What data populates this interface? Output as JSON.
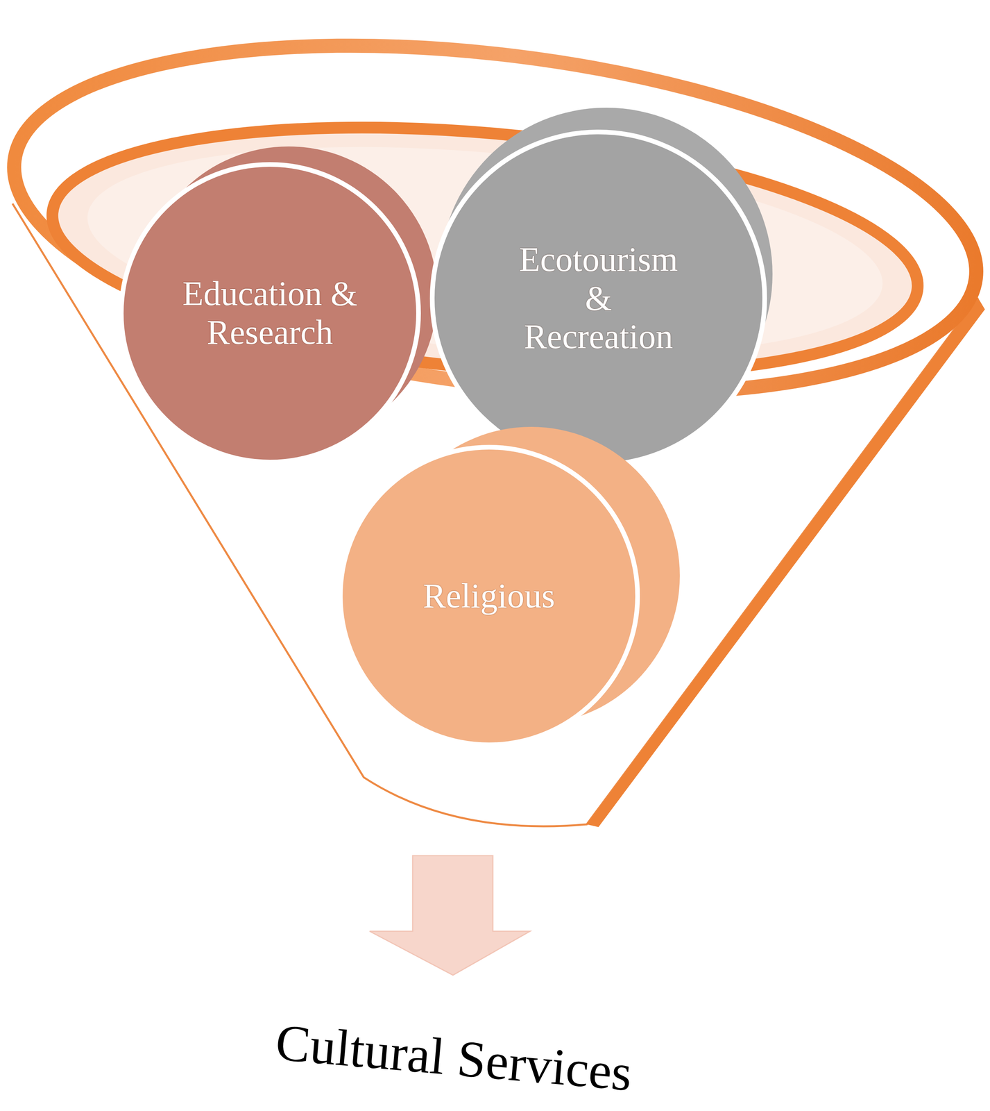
{
  "diagram": {
    "nodes": [
      {
        "text": [
          "Education & Research"
        ]
      },
      {
        "text": [
          "Ecotourism & Recreation"
        ]
      },
      {
        "text": [
          "Religious"
        ]
      }
    ],
    "labels": [
      "Cultural Services"
    ]
  }
}
